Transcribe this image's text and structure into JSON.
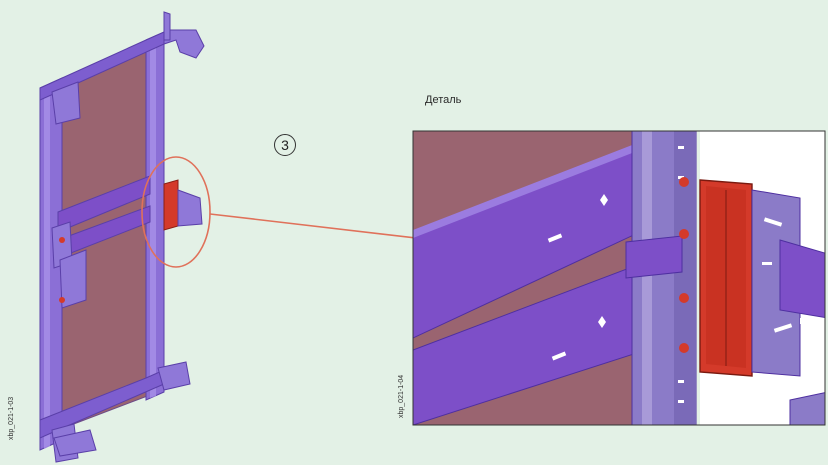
{
  "step_marker": "3",
  "detail_title": "Деталь",
  "left_code": "xbp_021-1-03",
  "right_code": "xbp_021-1-04",
  "colors": {
    "background": "#e3f1e6",
    "frame": "#7d5ecf",
    "panel": "#9a6470",
    "highlight": "#d43a2a",
    "callout": "#e0715a"
  }
}
